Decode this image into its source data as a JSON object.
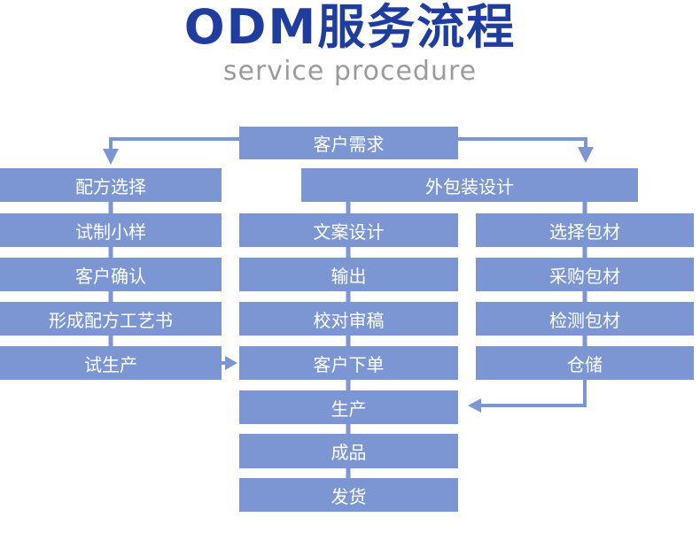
{
  "header": {
    "title": "ODM服务流程",
    "subtitle": "service procedure"
  },
  "colors": {
    "box_blue": "#7b96d2",
    "title_blue": "#1e3d9e",
    "subtitle_gray": "#9b9b9b",
    "box_text": "#ffffff",
    "background": "#ffffff"
  },
  "flowchart": {
    "start": {
      "label": "客户需求"
    },
    "formula_branch": {
      "steps": [
        "配方选择",
        "试制小样",
        "客户确认",
        "形成配方工艺书",
        "试生产"
      ]
    },
    "packaging_branch": {
      "header": "外包装设计",
      "design_steps": [
        "文案设计",
        "输出",
        "校对审稿"
      ],
      "material_steps": [
        "选择包材",
        "采购包材",
        "检测包材",
        "仓储"
      ]
    },
    "order_line": [
      "客户下单",
      "生产",
      "成品",
      "发货"
    ]
  }
}
